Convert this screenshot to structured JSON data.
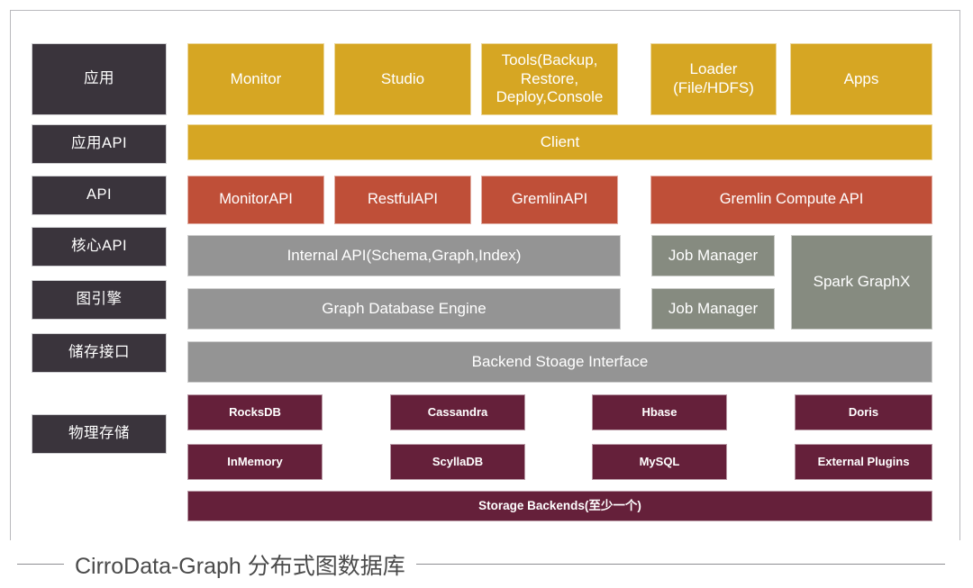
{
  "diagram": {
    "caption": "CirroData-Graph 分布式图数据库",
    "colors": {
      "layer_label": "#3a343c",
      "application": "#d6a623",
      "api": "#bf4f38",
      "core": "#949494",
      "compute": "#868b80",
      "storage": "#65203a",
      "frame_border": "#b9b9bd",
      "caption_text": "#4a4a4a"
    },
    "layer_labels": [
      {
        "text": "应用"
      },
      {
        "text": "应用API"
      },
      {
        "text": "API"
      },
      {
        "text": "核心API"
      },
      {
        "text": "图引擎"
      },
      {
        "text": "储存接口"
      },
      {
        "text": "物理存储"
      }
    ],
    "application_row": [
      {
        "text": "Monitor"
      },
      {
        "text": "Studio"
      },
      {
        "text": "Tools(Backup,\nRestore,\nDeploy,Console"
      },
      {
        "text": "Loader\n(File/HDFS)"
      },
      {
        "text": "Apps"
      }
    ],
    "client_row": [
      {
        "text": "Client"
      }
    ],
    "api_row": [
      {
        "text": "MonitorAPI"
      },
      {
        "text": "RestfulAPI"
      },
      {
        "text": "GremlinAPI"
      },
      {
        "text": "Gremlin Compute API"
      }
    ],
    "core_api_row": [
      {
        "text": "Internal API(Schema,Graph,Index)"
      },
      {
        "text": "Job Manager"
      }
    ],
    "engine_row": [
      {
        "text": "Graph Database Engine"
      },
      {
        "text": "Job Manager"
      }
    ],
    "compute_block": {
      "text": "Spark GraphX"
    },
    "storage_interface_row": [
      {
        "text": "Backend Stoage Interface"
      }
    ],
    "physical_storage_row_1": [
      {
        "text": "RocksDB"
      },
      {
        "text": "Cassandra"
      },
      {
        "text": "Hbase"
      },
      {
        "text": "Doris"
      }
    ],
    "physical_storage_row_2": [
      {
        "text": "InMemory"
      },
      {
        "text": "ScyllaDB"
      },
      {
        "text": "MySQL"
      },
      {
        "text": "External Plugins"
      }
    ],
    "storage_backends_bar": {
      "text": "Storage Backends(至少一个)"
    }
  }
}
